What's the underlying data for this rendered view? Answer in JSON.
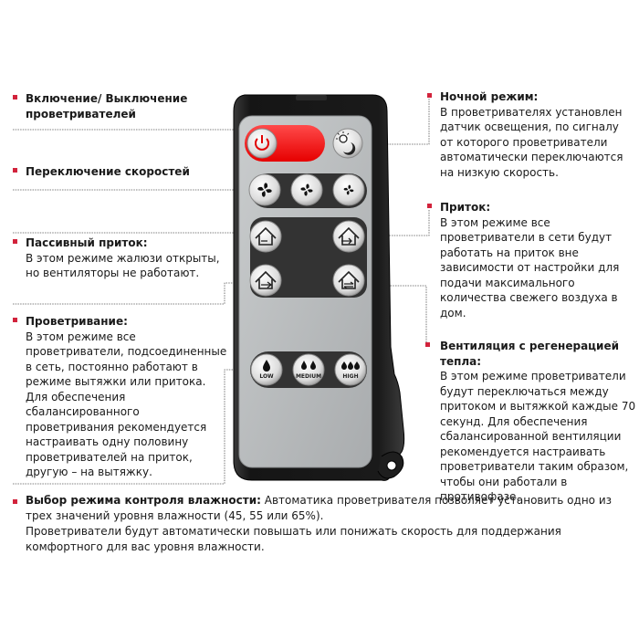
{
  "callouts": {
    "power": {
      "title": "Включение/ Выключение проветривателей"
    },
    "speed": {
      "title": "Переключение скоростей"
    },
    "passive": {
      "title": "Пассивный приток:",
      "body": "В этом режиме жалюзи открыты, но вентиляторы не работают."
    },
    "airing": {
      "title": "Проветривание:",
      "body": "В этом режиме все проветриватели, подсоединенные в сеть, постоянно работают в режиме вытяжки или притока. Для обеспечения сбалансированного проветривания рекомендуется настраивать одну половину проветривателей на приток, другую – на вытяжку."
    },
    "night": {
      "title": "Ночной режим:",
      "body": "В проветривателях установлен датчик освещения, по сигналу от которого проветриватели автоматически переключаются на низкую скорость."
    },
    "inflow": {
      "title": "Приток:",
      "body": "В этом режиме все проветриватели в сети будут работать на приток вне зависимости от настройки для подачи максимального количества свежего воздуха в дом."
    },
    "recovery": {
      "title": "Вентиляция с регенерацией тепла:",
      "body": "В этом режиме проветриватели будут переключаться между притоком и вытяжкой каждые 70 секунд. Для обеспечения сбалансированной вентиляции рекомендуется настраивать проветриватели таким образом, чтобы они работали в противофазе."
    }
  },
  "humidity": {
    "title": "Выбор режима контроля влажности:",
    "line1": " Автоматика проветривателя позволяет установить одно из трех значений уровня влажности (45, 55 или 65%).",
    "line2": "Проветриватели будут автоматически повышать или понижать скорость для поддержания комфортного для вас уровня влажности."
  },
  "remote": {
    "humidity_buttons": [
      "LOW",
      "MEDIUM",
      "HIGH"
    ]
  },
  "colors": {
    "accent": "#d2233c",
    "power_red": "#ff1a1a",
    "remote_body": "#1c1c1c",
    "remote_panel": "#b9bcbe",
    "leader_line": "#555555",
    "leader_dot": "#2a63c9"
  }
}
